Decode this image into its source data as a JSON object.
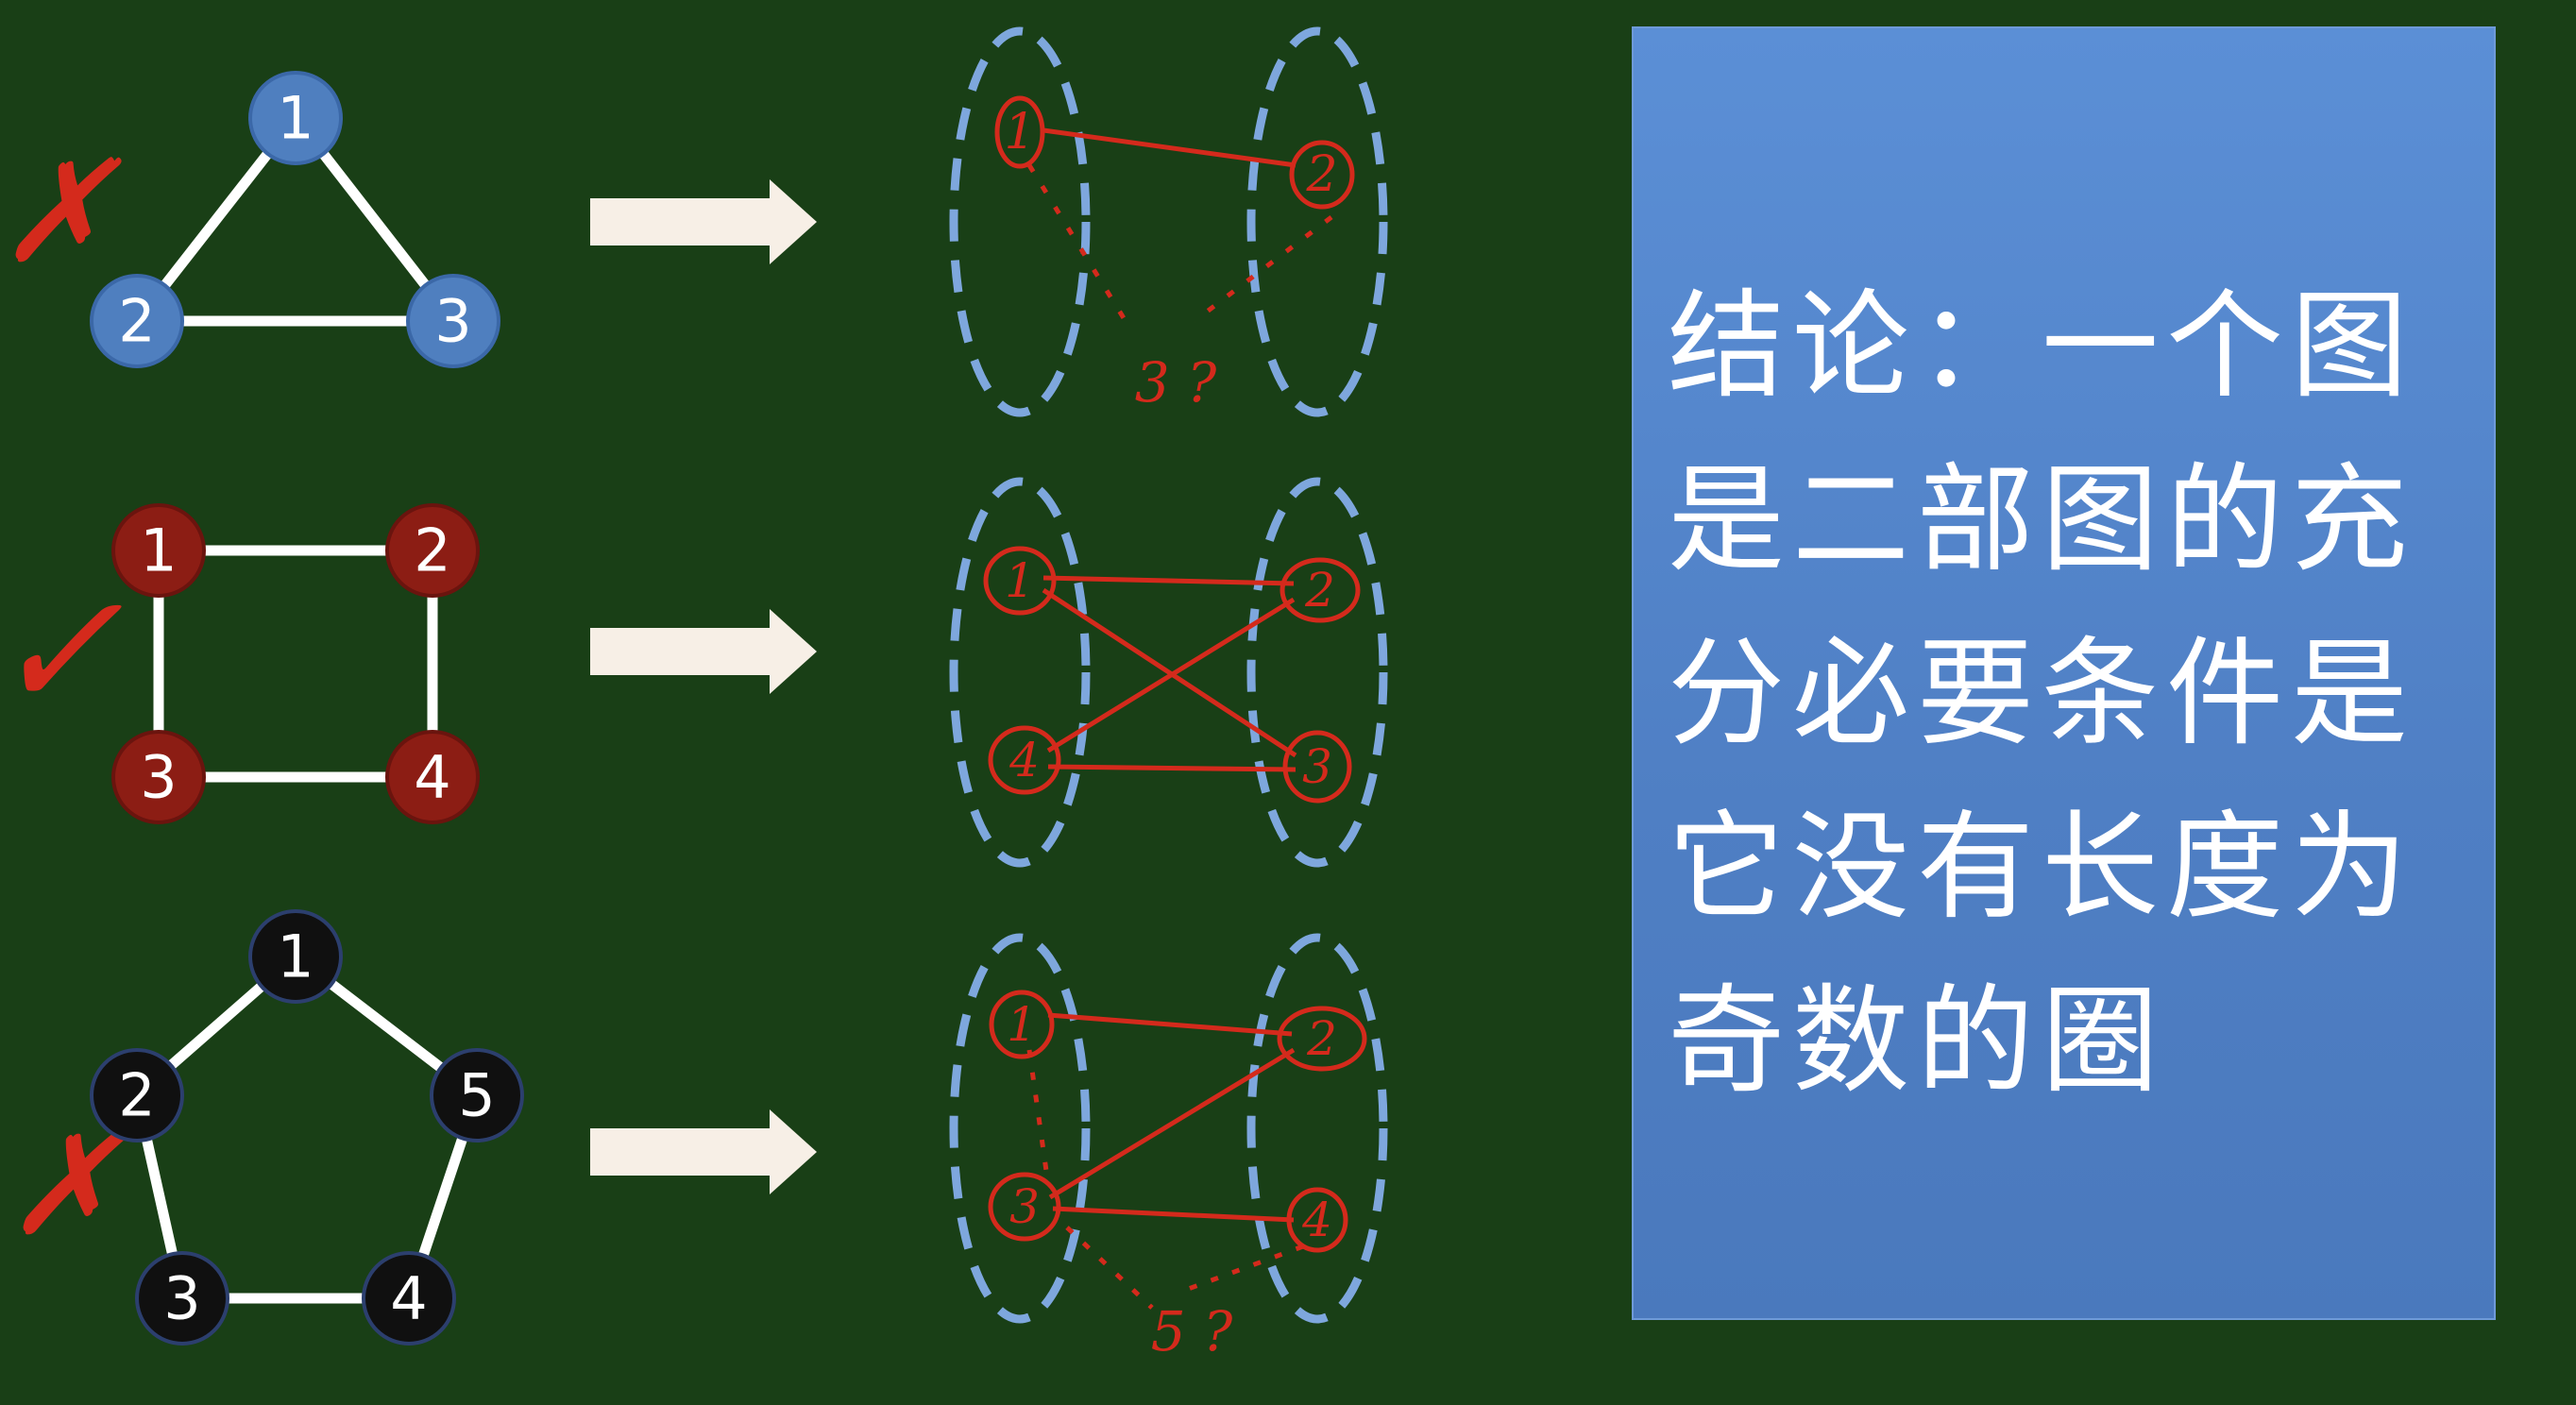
{
  "graphs": [
    {
      "verdict": "✗",
      "node_color": "#4f7fbf",
      "nodes": [
        "1",
        "2",
        "3"
      ],
      "annotation": "3 ?"
    },
    {
      "verdict": "✓",
      "node_color": "#8c1d14",
      "nodes": [
        "1",
        "2",
        "3",
        "4"
      ]
    },
    {
      "verdict": "✗",
      "node_color": "#101010",
      "nodes": [
        "1",
        "2",
        "3",
        "4",
        "5"
      ],
      "annotation": "5 ?"
    }
  ],
  "bipartite": [
    {
      "left": [
        "1"
      ],
      "right": [
        "2"
      ]
    },
    {
      "left": [
        "1",
        "4"
      ],
      "right": [
        "2",
        "3"
      ]
    },
    {
      "left": [
        "1",
        "3"
      ],
      "right": [
        "2",
        "4"
      ]
    }
  ],
  "conclusion": {
    "text": "结论：一个图是二部图的充分必要条件是它没有长度为奇数的圈"
  },
  "colors": {
    "background": "#193f16",
    "edge": "#ffffff",
    "arrow": "#f7efe6",
    "ellipse": "#7ea7dd",
    "ink": "#d42a1c",
    "panel": "#5585cc"
  }
}
